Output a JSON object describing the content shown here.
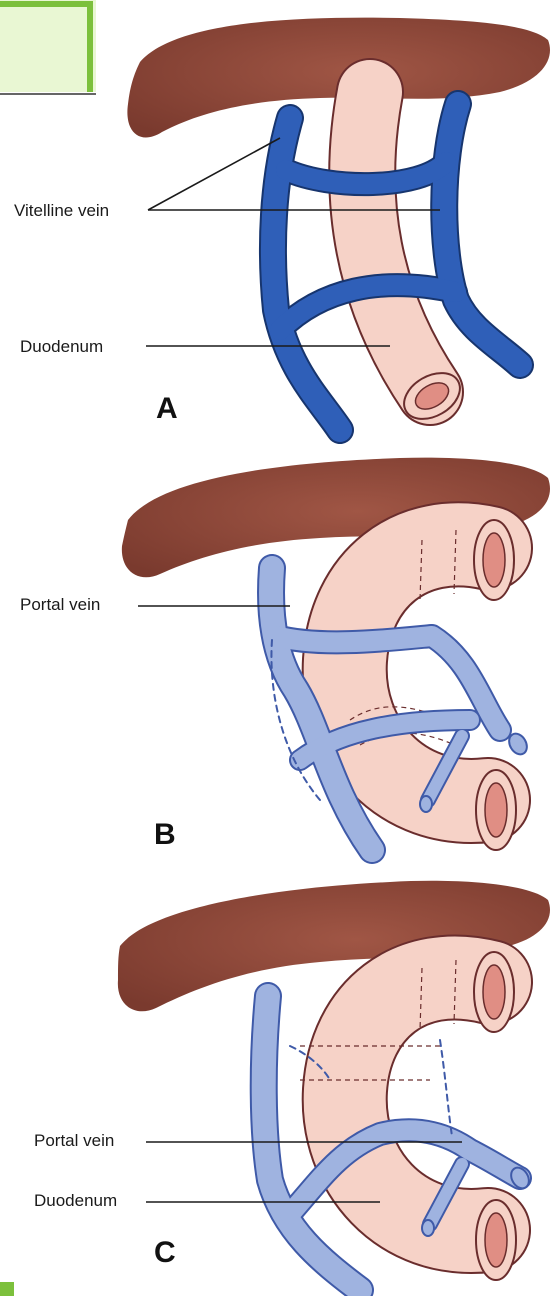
{
  "colors": {
    "background": "#ffffff",
    "liver": "#8e4a3c",
    "vein_dark": "#2f5fb8",
    "vein_dark_outline": "#17356e",
    "vein_light": "#9fb3e0",
    "vein_light_outline": "#3f5aa8",
    "duodenum": "#f6d2c7",
    "duodenum_outline": "#6a2d2d",
    "lumen": "#e08e84",
    "corner_accent": "#7cc03c",
    "corner_fill": "#e9f7d3"
  },
  "panels": [
    {
      "letter": "A",
      "labels": {
        "vitelline_vein": "Vitelline vein",
        "duodenum": "Duodenum"
      }
    },
    {
      "letter": "B",
      "labels": {
        "portal_vein": "Portal vein"
      }
    },
    {
      "letter": "C",
      "labels": {
        "portal_vein": "Portal vein",
        "duodenum": "Duodenum"
      }
    }
  ]
}
